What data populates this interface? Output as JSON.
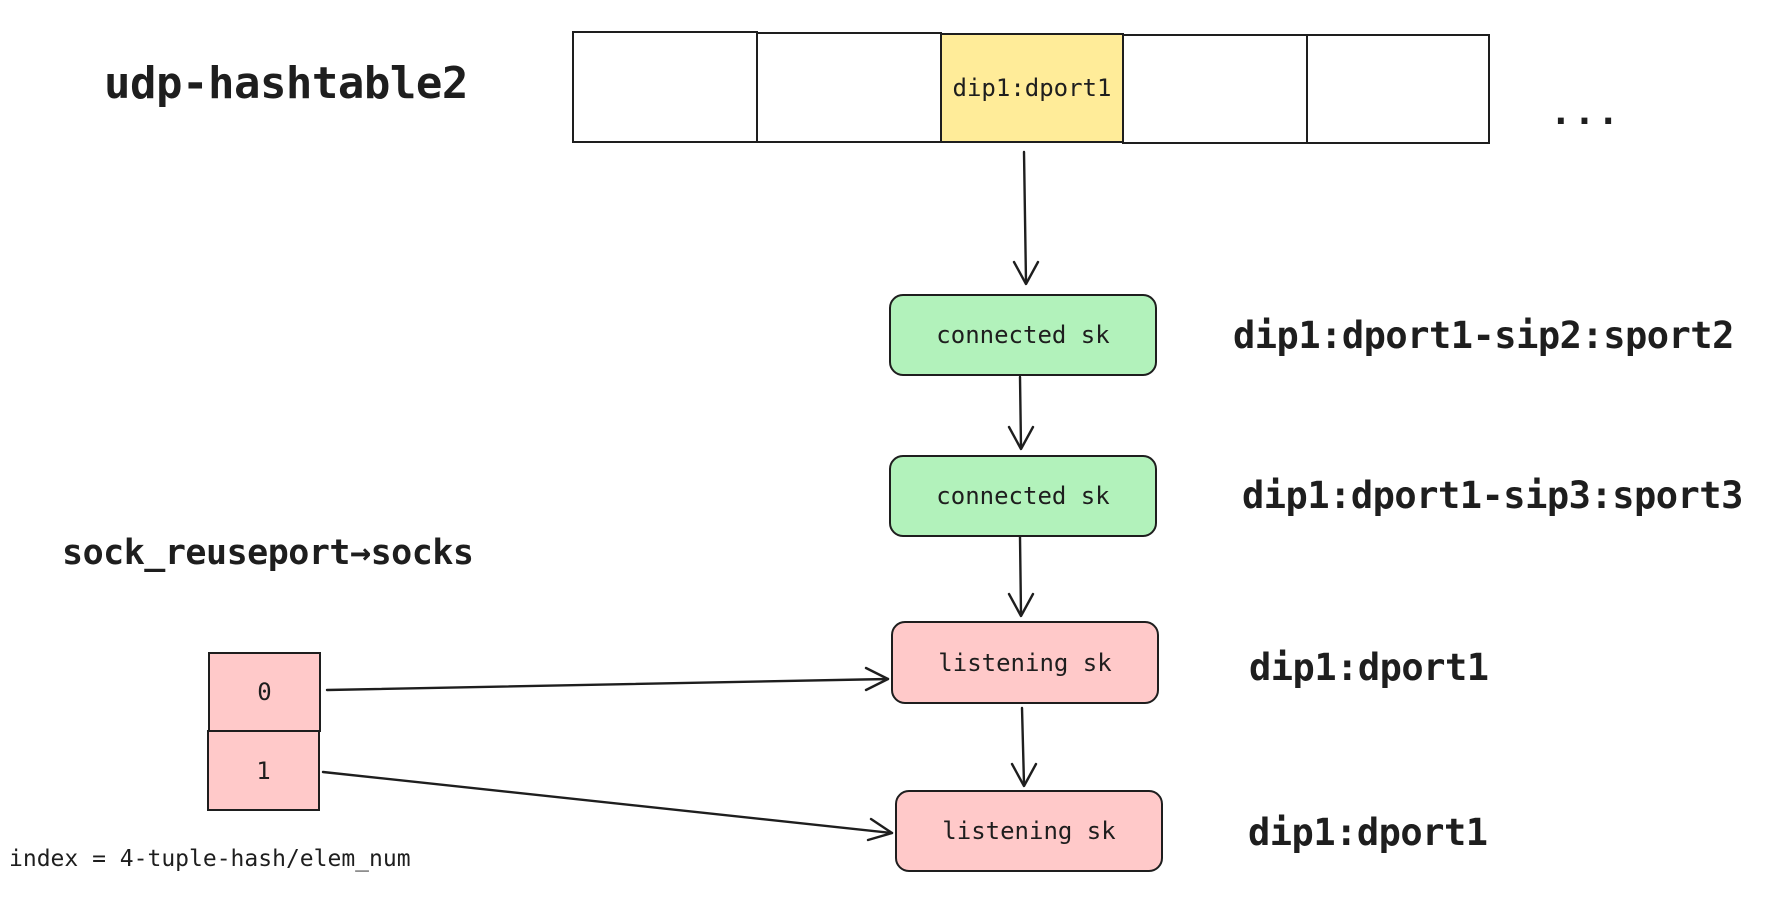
{
  "hashtable": {
    "title": "udp-hashtable2",
    "slots": [
      "",
      "",
      "dip1:dport1",
      "",
      ""
    ],
    "ellipsis": "..."
  },
  "chain": [
    {
      "label": "connected sk",
      "kind": "connected",
      "tuple": "dip1:dport1-sip2:sport2"
    },
    {
      "label": "connected sk",
      "kind": "connected",
      "tuple": "dip1:dport1-sip3:sport3"
    },
    {
      "label": "listening sk",
      "kind": "listening",
      "tuple": "dip1:dport1"
    },
    {
      "label": "listening sk",
      "kind": "listening",
      "tuple": "dip1:dport1"
    }
  ],
  "reuseport": {
    "title": "sock_reuseport→socks",
    "cells": [
      "0",
      "1"
    ],
    "formula": "index = 4-tuple-hash/elem_num"
  },
  "colors": {
    "highlight_slot": "#ffec99",
    "connected": "#b2f2bb",
    "listening": "#ffc9c9",
    "stroke": "#1e1e1e"
  }
}
